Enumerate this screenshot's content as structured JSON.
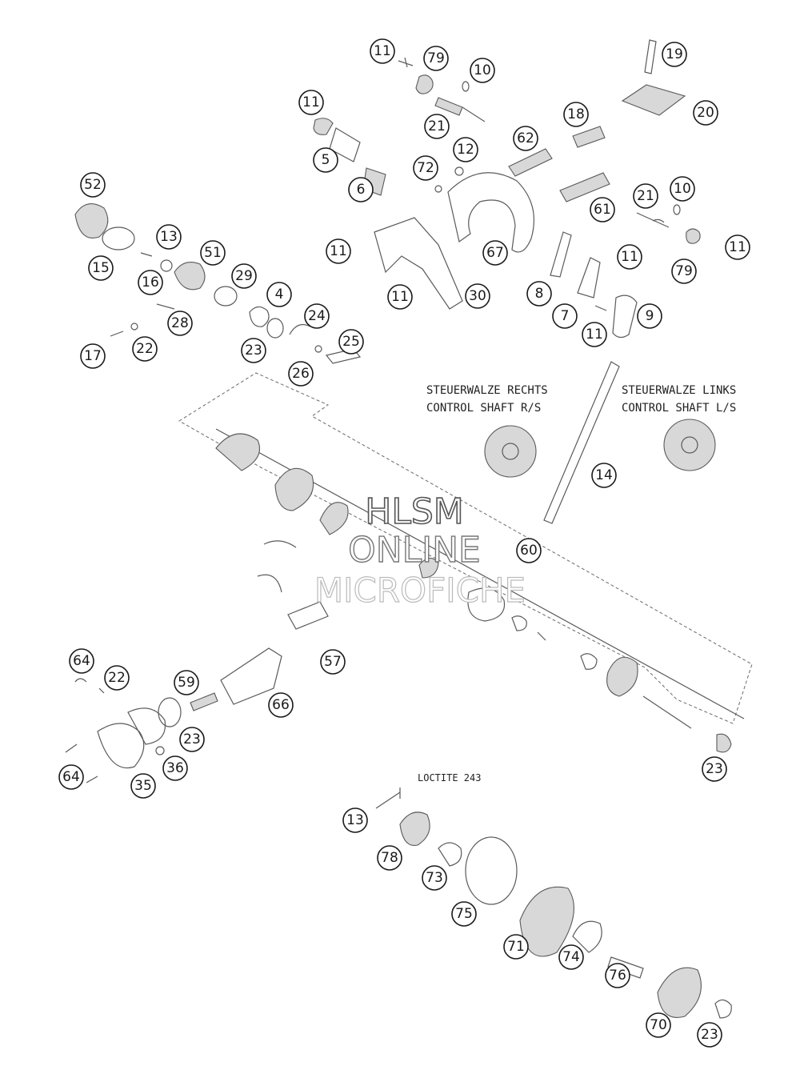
{
  "labels": {
    "right_de": "STEUERWALZE RECHTS",
    "right_en": "CONTROL SHAFT R/S",
    "left_de": "STEUERWALZE LINKS",
    "left_en": "CONTROL SHAFT L/S",
    "loctite": "LOCTITE 243"
  },
  "watermark": {
    "line1": "HLSM",
    "line2": "ONLINE",
    "line3": "MICROFICHE"
  },
  "callouts": [
    "11",
    "79",
    "10",
    "19",
    "11",
    "21",
    "18",
    "20",
    "5",
    "6",
    "72",
    "12",
    "62",
    "52",
    "13",
    "51",
    "15",
    "16",
    "29",
    "4",
    "11",
    "11",
    "67",
    "30",
    "61",
    "21",
    "10",
    "11",
    "79",
    "8",
    "11",
    "7",
    "9",
    "11",
    "28",
    "24",
    "17",
    "22",
    "23",
    "25",
    "26",
    "14",
    "60",
    "57",
    "64",
    "22",
    "59",
    "66",
    "23",
    "36",
    "64",
    "35",
    "23",
    "13",
    "78",
    "73",
    "75",
    "71",
    "74",
    "76",
    "70",
    "23"
  ]
}
